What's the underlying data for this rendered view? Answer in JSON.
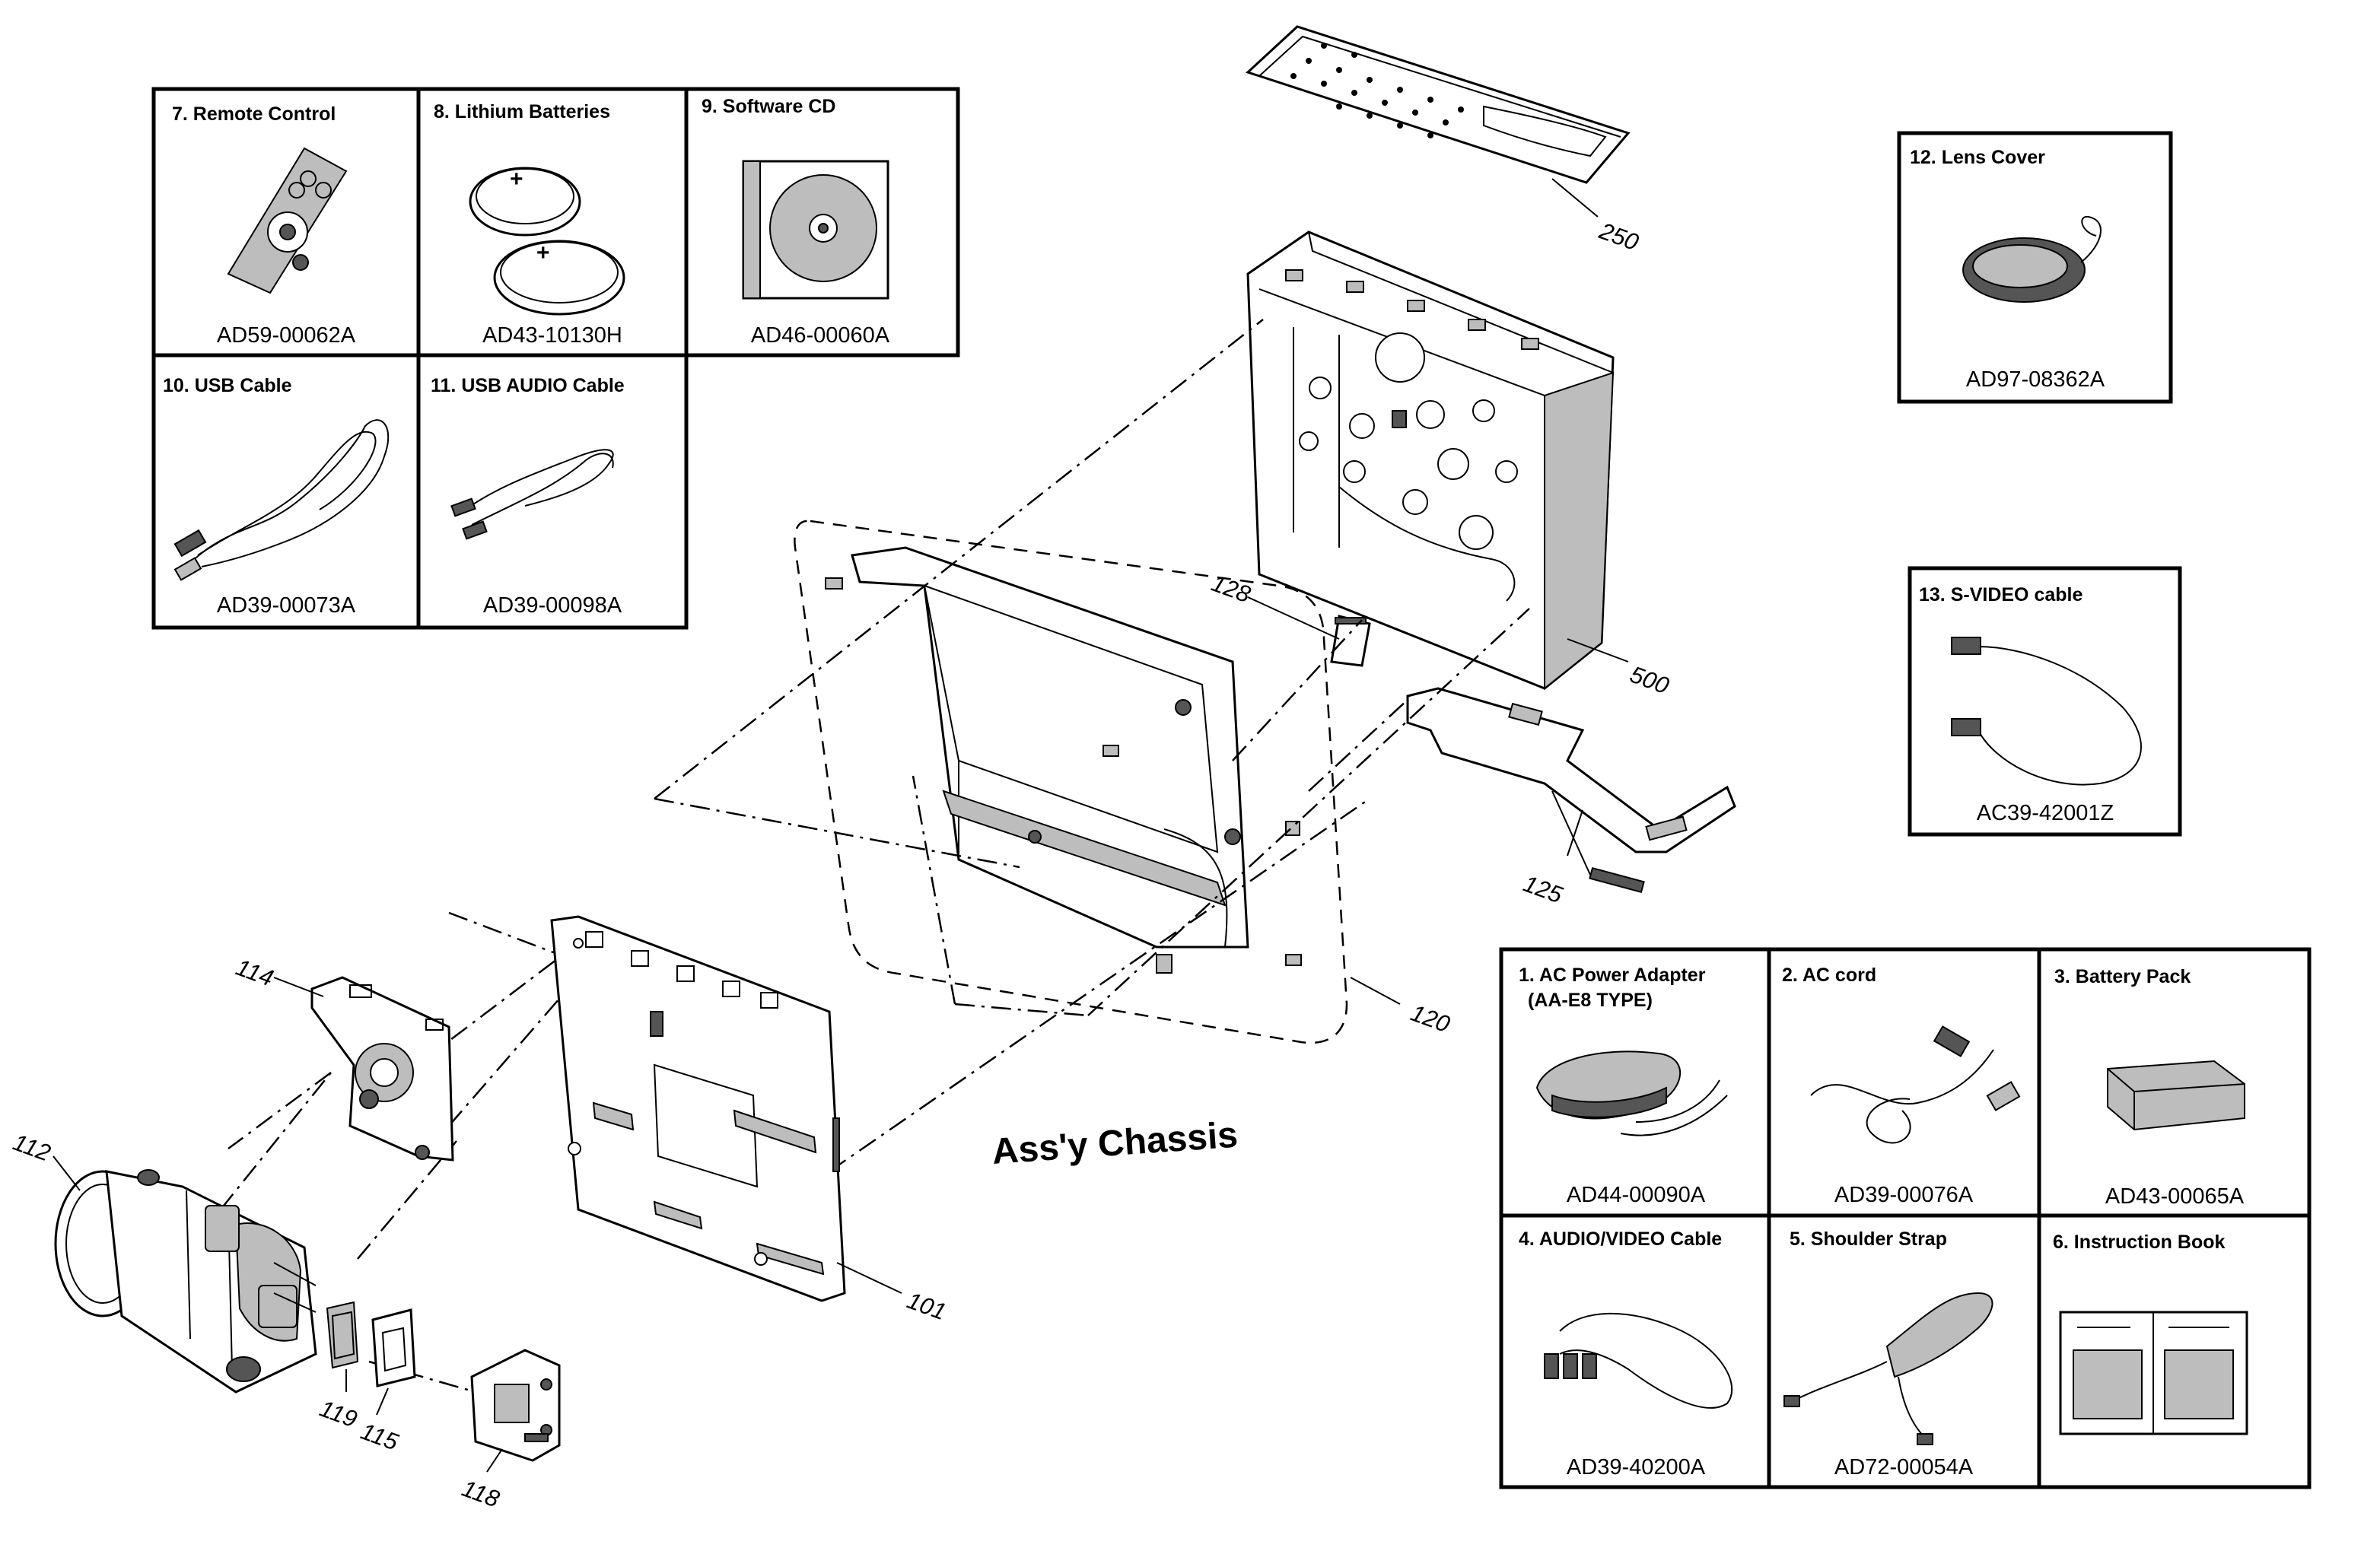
{
  "assembly_title": "Ass'y Chassis",
  "accessories": [
    {
      "title": "7. Remote Control",
      "part_no": "AD59-00062A",
      "icon": "remote-control-icon"
    },
    {
      "title": "8. Lithium Batteries",
      "part_no": "AD43-10130H",
      "icon": "coin-battery-icon"
    },
    {
      "title": "9. Software CD",
      "part_no": "AD46-00060A",
      "icon": "cd-icon"
    },
    {
      "title": "10. USB Cable",
      "part_no": "AD39-00073A",
      "icon": "usb-cable-icon"
    },
    {
      "title": "11. USB AUDIO Cable",
      "part_no": "AD39-00098A",
      "icon": "audio-cable-icon"
    },
    {
      "title": "12. Lens Cover",
      "part_no": "AD97-08362A",
      "icon": "lens-cover-icon"
    },
    {
      "title": "13. S-VIDEO cable",
      "part_no": "AC39-42001Z",
      "icon": "svideo-cable-icon"
    },
    {
      "title": "1. AC Power Adapter",
      "title_line2": "(AA-E8 TYPE)",
      "part_no": "AD44-00090A",
      "icon": "ac-adapter-icon"
    },
    {
      "title": "2. AC cord",
      "part_no": "AD39-00076A",
      "icon": "ac-cord-icon"
    },
    {
      "title": "3. Battery Pack",
      "part_no": "AD43-00065A",
      "icon": "battery-pack-icon"
    },
    {
      "title": "4. AUDIO/VIDEO Cable",
      "part_no": "AD39-40200A",
      "icon": "av-cable-icon"
    },
    {
      "title": "5. Shoulder Strap",
      "part_no": "AD72-00054A",
      "icon": "shoulder-strap-icon"
    },
    {
      "title": "6. Instruction Book",
      "part_no": "",
      "icon": "instruction-book-icon"
    }
  ],
  "callouts": {
    "c250": "250",
    "c128": "128",
    "c500": "500",
    "c125": "125",
    "c120": "120",
    "c114": "114",
    "c112": "112",
    "c101": "101",
    "c119": "119",
    "c115": "115",
    "c118": "118"
  }
}
